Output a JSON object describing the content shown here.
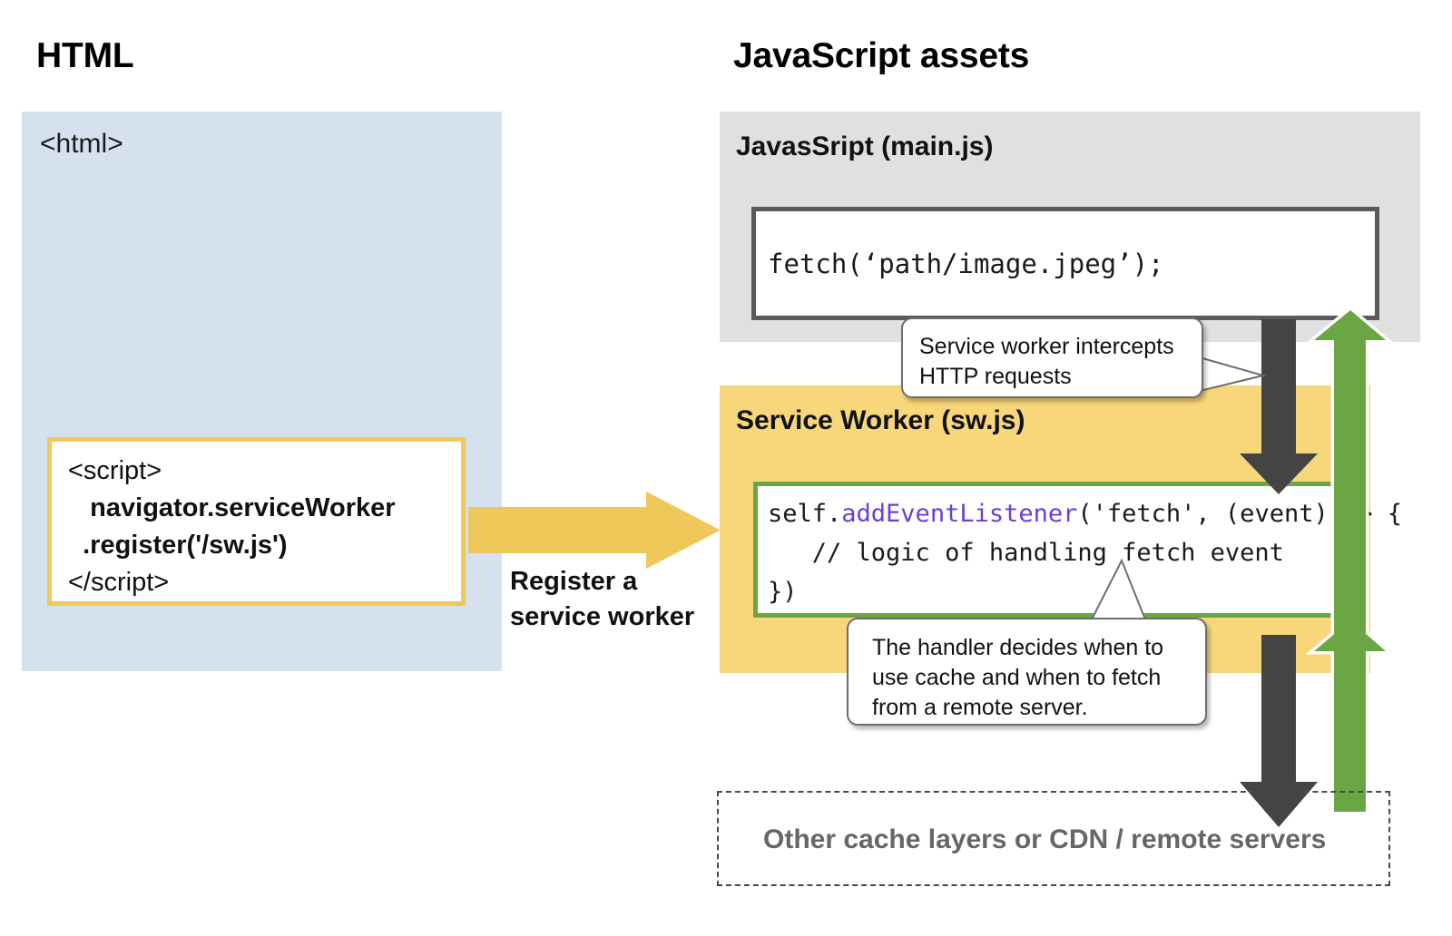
{
  "headings": {
    "html": "HTML",
    "javascript": "JavaScript assets"
  },
  "html_panel": {
    "tag_label": "<html>",
    "bg_color": "#d6e1f0",
    "script_box": {
      "border_color": "#eec95a",
      "lines": [
        {
          "text": "<script>",
          "bold": false
        },
        {
          "text": "   navigator.serviceWorker",
          "bold": true
        },
        {
          "text": "  .register('/sw.js')",
          "bold": true
        },
        {
          "text": "</script>",
          "bold": false
        }
      ]
    }
  },
  "register_arrow": {
    "label": "Register a\nservice worker",
    "color": "#eec95a",
    "direction": "right"
  },
  "mainjs_panel": {
    "label": "JavasSript (main.js)",
    "bg_color": "#e0e0e0",
    "code_box": {
      "border_color": "#5a5a5a",
      "code": "fetch(‘path/image.jpeg’);"
    }
  },
  "service_worker_panel": {
    "label": "Service Worker (sw.js)",
    "bg_color": "#f7d779",
    "code_box": {
      "border_color": "#6ba644",
      "code_plain_1": "self.",
      "code_method": "addEventListener",
      "code_plain_2": "('fetch', (event) => {",
      "code_line_2": "   // logic of handling fetch event",
      "code_line_3": "})"
    }
  },
  "remote_box": {
    "label": "Other cache layers or CDN / remote servers",
    "border_style": "dashed",
    "text_color": "#666666"
  },
  "callouts": [
    {
      "id": "intercept",
      "line1": "Service worker intercepts",
      "line2": "HTTP requests"
    },
    {
      "id": "handler",
      "line1": "The handler decides when to",
      "line2": "use cache and when to fetch",
      "line3": "from a remote server."
    }
  ],
  "flow_arrows": {
    "request_color": "#444444",
    "response_color": "#6ba644",
    "request_label": "request-down-arrow",
    "response_label": "response-up-arrow"
  }
}
